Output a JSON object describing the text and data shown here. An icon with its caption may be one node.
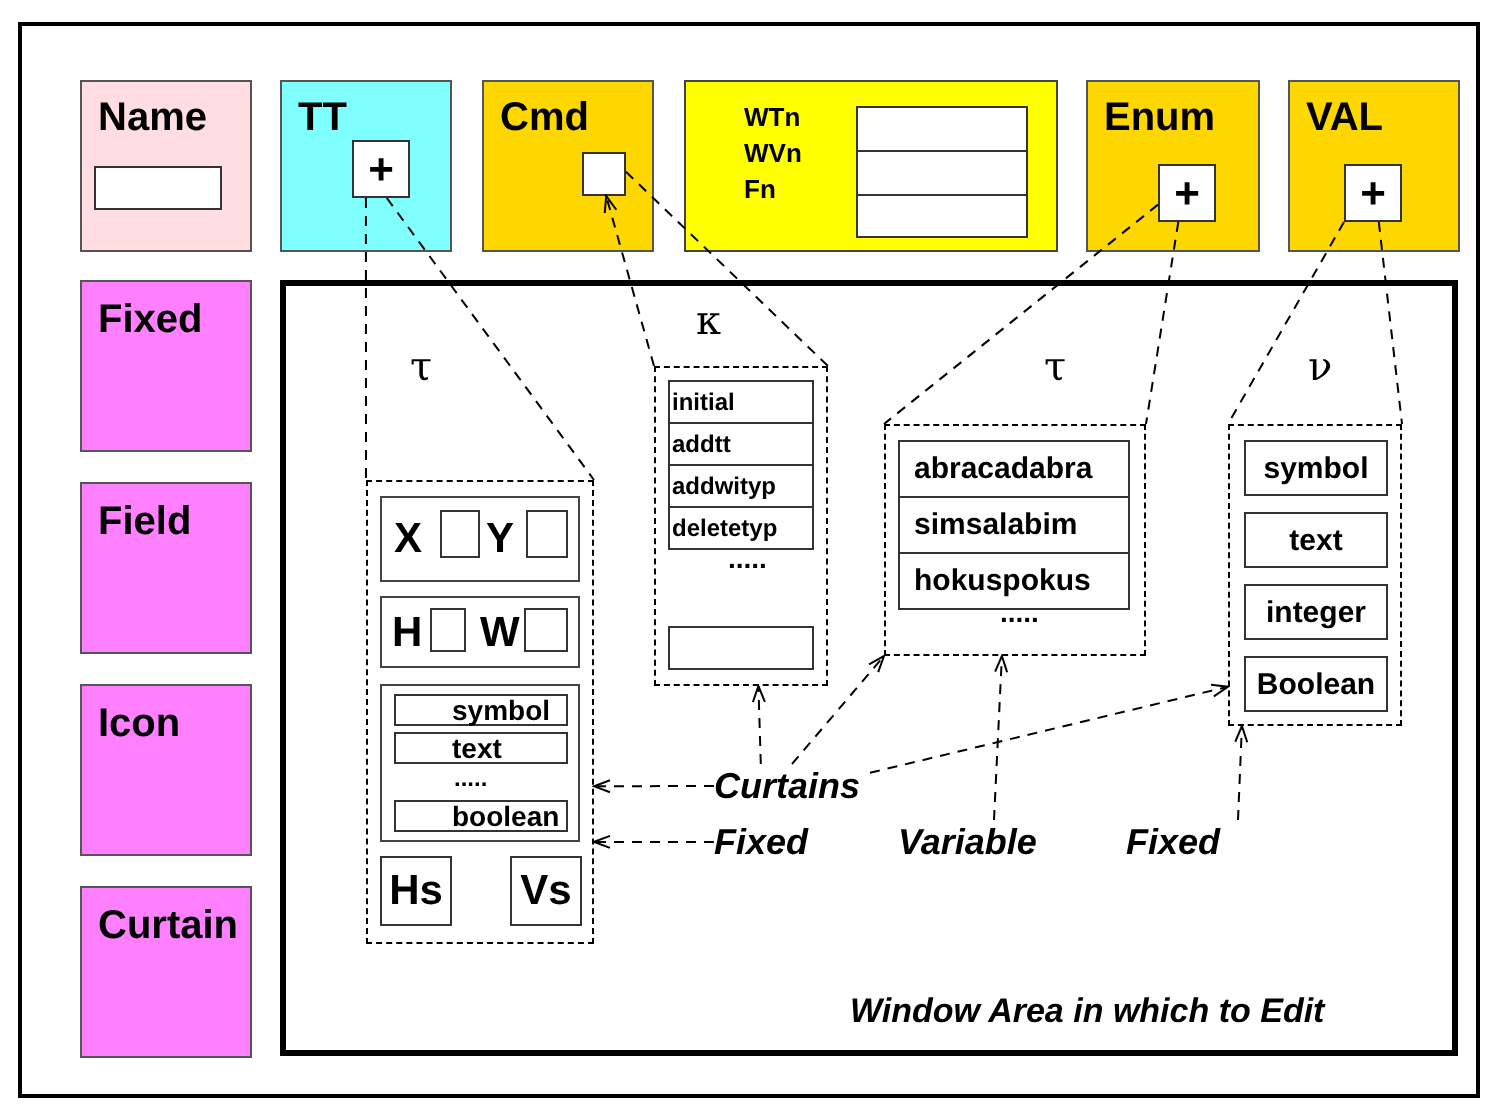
{
  "diagram": {
    "nodes": [
      {
        "text": [
          "Name"
        ]
      },
      {
        "text": [],
        "shape": "box",
        "in": 0
      },
      {
        "text": [
          "TT"
        ]
      },
      {
        "text": [
          "+"
        ],
        "in": 2
      },
      {
        "text": [
          "Cmd"
        ]
      },
      {
        "text": [],
        "shape": "box",
        "in": 4
      },
      {
        "text": [
          "WTn",
          "WVn",
          "Fn"
        ]
      },
      {
        "text": [],
        "shape": "box",
        "in": 6
      },
      {
        "text": [],
        "shape": "box",
        "in": 6
      },
      {
        "text": [],
        "shape": "box",
        "in": 6
      },
      {
        "text": [
          "Enum"
        ]
      },
      {
        "text": [
          "+"
        ],
        "in": 10
      },
      {
        "text": [
          "VAL"
        ]
      },
      {
        "text": [
          "+"
        ],
        "in": 12
      },
      {
        "text": [
          "Fixed"
        ]
      },
      {
        "text": [
          "Field"
        ]
      },
      {
        "text": [
          "Icon"
        ]
      },
      {
        "text": [
          "Curtain"
        ]
      },
      {
        "text": [
          "Window Area in which to Edit"
        ]
      },
      {
        "text": [],
        "shape": "box",
        "in": 18,
        "beside": [
          "τ"
        ]
      },
      {
        "text": [
          "X",
          "Y"
        ],
        "in": 19
      },
      {
        "text": [],
        "shape": "box",
        "in": 20
      },
      {
        "text": [],
        "shape": "box",
        "in": 20
      },
      {
        "text": [
          "H",
          "W"
        ],
        "in": 19
      },
      {
        "text": [],
        "shape": "box",
        "in": 23
      },
      {
        "text": [],
        "shape": "box",
        "in": 23
      },
      {
        "text": [
          "....."
        ],
        "in": 19
      },
      {
        "text": [
          "symbol"
        ],
        "in": 26
      },
      {
        "text": [
          "text"
        ],
        "in": 26
      },
      {
        "text": [
          "boolean"
        ],
        "in": 26
      },
      {
        "text": [
          "Hs"
        ],
        "in": 19
      },
      {
        "text": [
          "Vs"
        ],
        "in": 19
      },
      {
        "text": [
          "....."
        ],
        "in": 18,
        "beside": [
          "κ"
        ]
      },
      {
        "text": [
          "initial"
        ],
        "in": 32
      },
      {
        "text": [
          "addtt"
        ],
        "in": 32
      },
      {
        "text": [
          "addwityp"
        ],
        "in": 32
      },
      {
        "text": [
          "deletetyp"
        ],
        "in": 32
      },
      {
        "text": [],
        "shape": "box",
        "in": 32
      },
      {
        "text": [
          "....."
        ],
        "in": 18,
        "beside": [
          "τ"
        ]
      },
      {
        "text": [
          "abracadabra"
        ],
        "in": 38
      },
      {
        "text": [
          "simsalabim"
        ],
        "in": 38
      },
      {
        "text": [
          "hokuspokus"
        ],
        "in": 38
      },
      {
        "text": [],
        "shape": "box",
        "in": 18,
        "beside": [
          "ν"
        ]
      },
      {
        "text": [
          "symbol"
        ],
        "in": 42
      },
      {
        "text": [
          "text"
        ],
        "in": 42
      },
      {
        "text": [
          "integer"
        ],
        "in": 42
      },
      {
        "text": [
          "Boolean"
        ],
        "in": 42
      },
      {
        "text": [
          "Curtains"
        ],
        "in": 18
      },
      {
        "text": [
          "Fixed"
        ],
        "in": 18
      },
      {
        "text": [
          "Variable"
        ],
        "in": 18
      },
      {
        "text": [
          "Fixed"
        ],
        "in": 18
      }
    ],
    "edges": [
      {
        "from": 3,
        "to": 19,
        "arrow": "none",
        "style": "dashed"
      },
      {
        "from": 3,
        "to": 19,
        "arrow": "none",
        "style": "dashed"
      },
      {
        "from": 32,
        "to": 5,
        "arrow": "to",
        "style": "dashed"
      },
      {
        "from": 5,
        "to": 32,
        "arrow": "none",
        "style": "dashed"
      },
      {
        "from": 11,
        "to": 38,
        "arrow": "none",
        "style": "dashed"
      },
      {
        "from": 11,
        "to": 38,
        "arrow": "none",
        "style": "dashed"
      },
      {
        "from": 13,
        "to": 42,
        "arrow": "none",
        "style": "dashed"
      },
      {
        "from": 13,
        "to": 42,
        "arrow": "none",
        "style": "dashed"
      },
      {
        "from": 47,
        "to": 19,
        "arrow": "to",
        "style": "dashed"
      },
      {
        "from": 47,
        "to": 32,
        "arrow": "to",
        "style": "dashed"
      },
      {
        "from": 47,
        "to": 38,
        "arrow": "to",
        "style": "dashed"
      },
      {
        "from": 47,
        "to": 42,
        "arrow": "to",
        "style": "dashed"
      },
      {
        "from": 48,
        "to": 19,
        "arrow": "to",
        "style": "dashed"
      },
      {
        "from": 49,
        "to": 38,
        "arrow": "to",
        "style": "dashed"
      },
      {
        "from": 50,
        "to": 42,
        "arrow": "to",
        "style": "dashed"
      }
    ]
  }
}
